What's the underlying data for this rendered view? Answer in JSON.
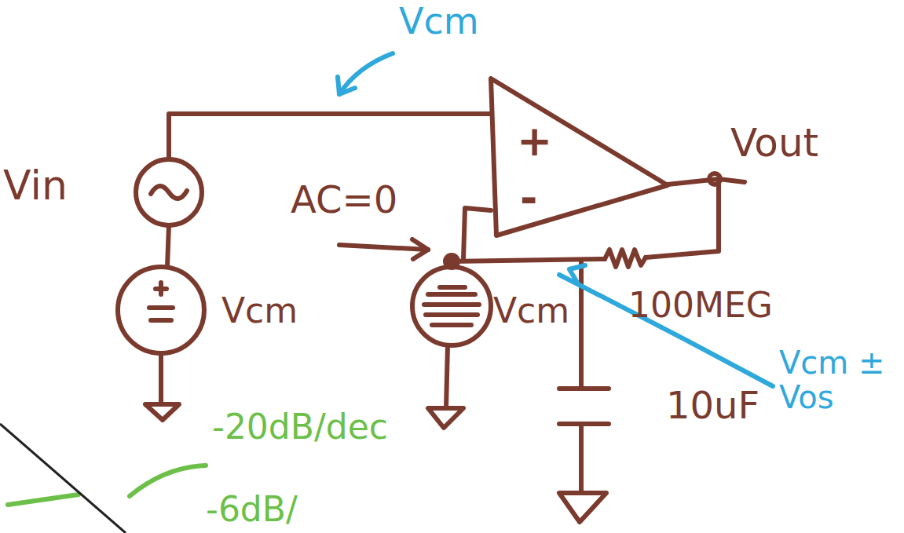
{
  "diagram": {
    "nodes": [
      {
        "text": [
          "+",
          "-"
        ]
      }
    ],
    "labels": [
      "Vcm",
      "Vin",
      "Vcm",
      "AC=0",
      "Vcm",
      "Vout",
      "100MEG",
      "10uF",
      "Vcm ± Vos",
      "-20dB/dec",
      "-6dB/"
    ]
  }
}
